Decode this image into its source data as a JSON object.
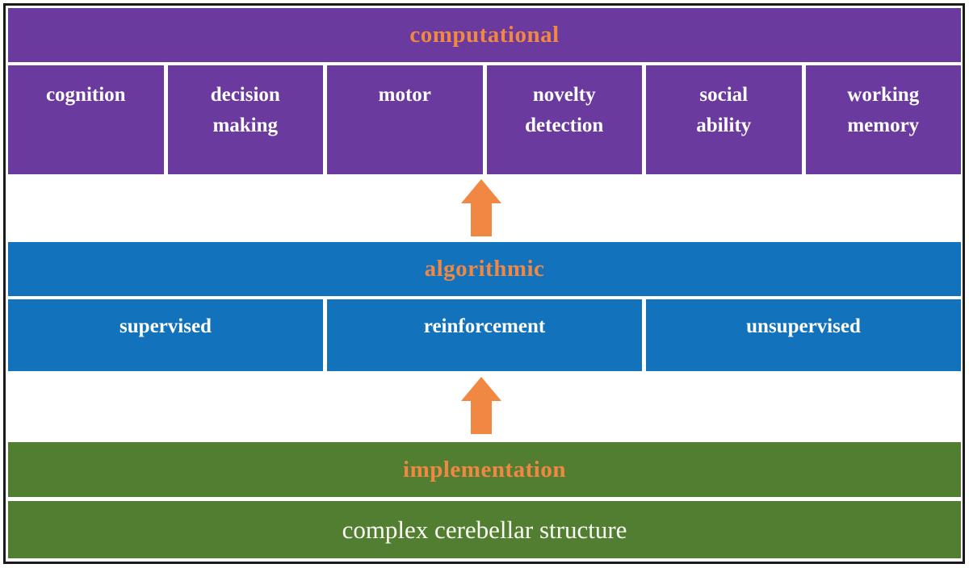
{
  "colors": {
    "computational_purple": "#6A3A9E",
    "algorithmic_blue": "#1272BC",
    "implementation_green": "#527E31",
    "accent_orange": "#F08843",
    "frame_black": "#1A1A1A",
    "text_white": "#FFFFFF"
  },
  "levels": {
    "computational": {
      "title": "computational",
      "cells": [
        "cognition",
        "decision\nmaking",
        "motor",
        "novelty\ndetection",
        "social\nability",
        "working\nmemory"
      ]
    },
    "algorithmic": {
      "title": "algorithmic",
      "cells": [
        "supervised",
        "reinforcement",
        "unsupervised"
      ]
    },
    "implementation": {
      "title": "implementation",
      "caption": "complex cerebellar structure"
    }
  },
  "icons": {
    "up_arrow": "upward orange block arrow"
  }
}
